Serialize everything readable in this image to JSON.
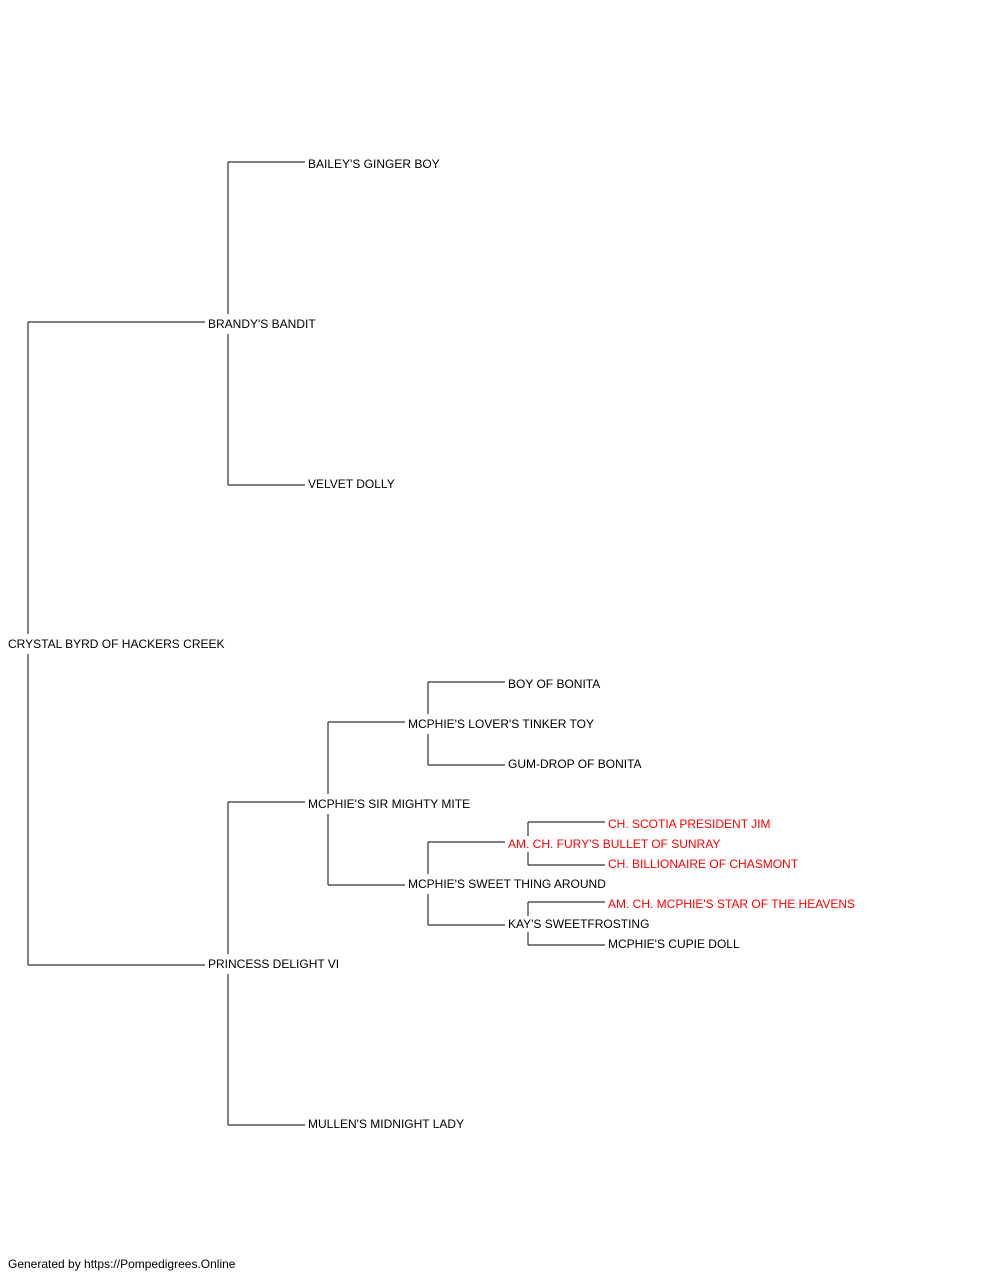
{
  "pedigree": {
    "subject": {
      "name": "CRYSTAL BYRD OF HACKERS CREEK",
      "highlight": false
    },
    "sire": {
      "name": "BRANDY'S BANDIT",
      "highlight": false
    },
    "dam": {
      "name": "PRINCESS DELIGHT VI",
      "highlight": false
    },
    "sire_sire": {
      "name": "BAILEY'S GINGER BOY",
      "highlight": false
    },
    "sire_dam": {
      "name": "VELVET DOLLY",
      "highlight": false
    },
    "dam_sire": {
      "name": "MCPHIE'S SIR MIGHTY MITE",
      "highlight": false
    },
    "dam_dam": {
      "name": "MULLEN'S MIDNIGHT LADY",
      "highlight": false
    },
    "dam_sire_sire": {
      "name": "MCPHIE'S LOVER'S TINKER TOY",
      "highlight": false
    },
    "dam_sire_dam": {
      "name": "MCPHIE'S SWEET THING AROUND",
      "highlight": false
    },
    "dam_sire_sire_sire": {
      "name": "BOY OF BONITA",
      "highlight": false
    },
    "dam_sire_sire_dam": {
      "name": "GUM-DROP OF BONITA",
      "highlight": false
    },
    "dam_sire_dam_sire": {
      "name": "AM. CH. FURY'S BULLET OF SUNRAY",
      "highlight": true
    },
    "dam_sire_dam_dam": {
      "name": "KAY'S SWEETFROSTING",
      "highlight": false
    },
    "dam_sire_dam_sire_sire": {
      "name": "CH. SCOTIA PRESIDENT JIM",
      "highlight": true
    },
    "dam_sire_dam_sire_dam": {
      "name": "CH. BILLIONAIRE OF CHASMONT",
      "highlight": true
    },
    "dam_sire_dam_dam_sire": {
      "name": "AM. CH. MCPHIE'S STAR OF THE HEAVENS",
      "highlight": true
    },
    "dam_sire_dam_dam_dam": {
      "name": "MCPHIE'S CUPIE DOLL",
      "highlight": false
    }
  },
  "footer": {
    "text": "Generated by https://Pompedigrees.Online"
  },
  "colors": {
    "line": "#333333",
    "text": "#000000",
    "champion": "#ff0000"
  }
}
